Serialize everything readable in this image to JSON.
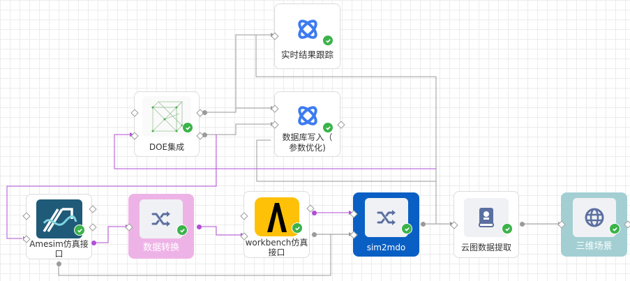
{
  "nodes": {
    "realtime": {
      "label": "实时结果跟踪",
      "icon": "atom-icon",
      "status": "success"
    },
    "db_write": {
      "label": "数据库写入（参数优化)",
      "label_line1": "数据库写入（",
      "label_line2": "参数优化)",
      "icon": "atom-icon",
      "status": "success"
    },
    "doe": {
      "label": "DOE集成",
      "icon": "doe-cube-icon",
      "status": "success"
    },
    "amesim": {
      "label": "Amesim仿真接口",
      "label_line1": "Amesim仿真接",
      "label_line2": "口",
      "icon": "amesim-logo-icon",
      "status": "success"
    },
    "data_convert": {
      "label": "数据转换",
      "icon": "shuffle-icon",
      "status": "success",
      "color": "#eeb3e6"
    },
    "workbench": {
      "label": "workbench仿真接口",
      "label_line1": "workbench仿真",
      "label_line2": "接口",
      "icon": "ansys-logo-icon",
      "status": "success"
    },
    "sim2mdo": {
      "label": "sim2mdo",
      "icon": "shuffle-icon",
      "status": "success",
      "color": "#0a5fc4"
    },
    "cloud_extract": {
      "label": "云图数据提取",
      "icon": "book-icon",
      "status": "success"
    },
    "scene3d": {
      "label": "三维场景",
      "icon": "globe-icon",
      "status": "success",
      "color": "#a3cfd3"
    }
  },
  "colors": {
    "wire_gray": "#9a9a9a",
    "wire_purple": "#b14ed6",
    "success": "#3bb34a",
    "icon_blue": "#3d7bf0",
    "icon_slate": "#5b6fa0"
  }
}
